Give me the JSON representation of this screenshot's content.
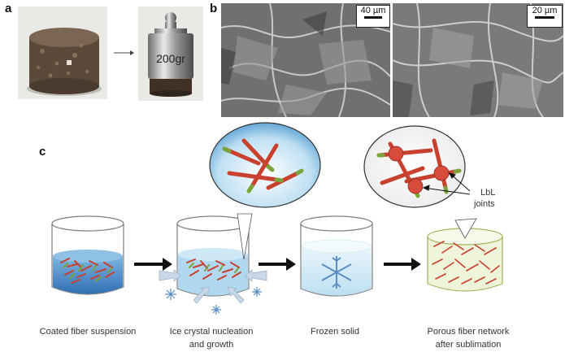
{
  "panels": {
    "a": {
      "letter": "a",
      "weight_label": "200gr"
    },
    "b": {
      "letter": "b",
      "scale_left": "40 µm",
      "scale_right": "20 µm"
    },
    "c": {
      "letter": "c"
    }
  },
  "stages": [
    {
      "caption_line1": "Coated fiber suspension",
      "caption_line2": ""
    },
    {
      "caption_line1": "Ice crystal nucleation",
      "caption_line2": "and growth"
    },
    {
      "caption_line1": "Frozen solid",
      "caption_line2": ""
    },
    {
      "caption_line1": "Porous fiber network",
      "caption_line2": "after sublimation"
    }
  ],
  "annotation": {
    "line1": "LbL",
    "line2": "joints"
  },
  "colors": {
    "fiber_red": "#c8412e",
    "fiber_green": "#7aa33a",
    "water_blue": "#3f86c9",
    "ice_blue": "#bcdff2"
  }
}
